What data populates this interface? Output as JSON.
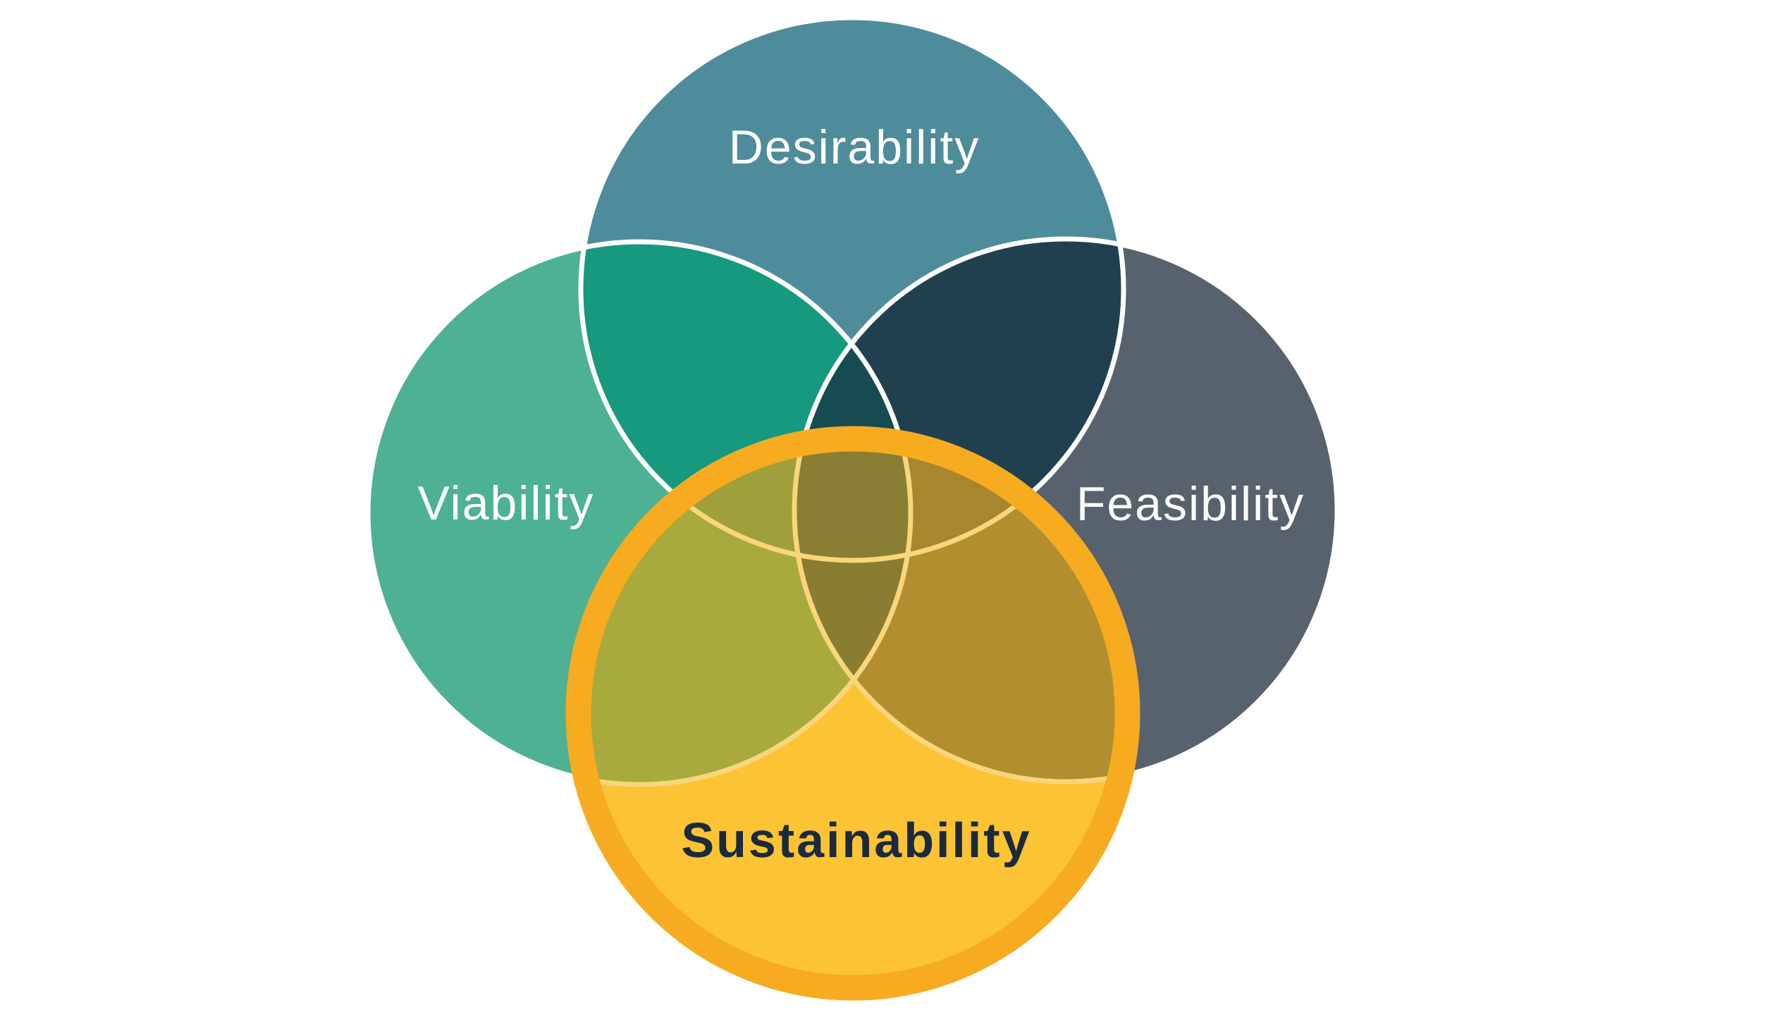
{
  "diagram": {
    "type": "venn-4-circle",
    "labels": {
      "top": "Desirability",
      "left": "Viability",
      "right": "Feasibility",
      "bottom": "Sustainability"
    },
    "colors": {
      "background": "#FFFFFF",
      "desirability_fill": "#4E8C9B",
      "viability_fill": "#4DB193",
      "feasibility_fill": "#58626E",
      "overlap_desirability_viability": "#16997E",
      "overlap_desirability_feasibility": "#21404F",
      "overlap_viability_feasibility": "#1D5F63",
      "overlap_triple": "#164B51",
      "sustainability_fill": "#FCC335",
      "sustainability_ring": "#F7AB20",
      "sustainability_over_viability": "#A9AA3E",
      "sustainability_over_feasibility": "#B28E2E",
      "sustainability_over_viability_feasibility": "#8A7D31",
      "sustainability_over_desirability_viability": "#9FA03C",
      "sustainability_over_desirability_feasibility": "#A8862F",
      "sustainability_over_triple": "#897E33",
      "circle_border": "#FFFFFF",
      "border_under_sustainability": "#F8D67C",
      "label_light": "#FFFFFF",
      "label_dark": "#1B2A3C"
    }
  }
}
